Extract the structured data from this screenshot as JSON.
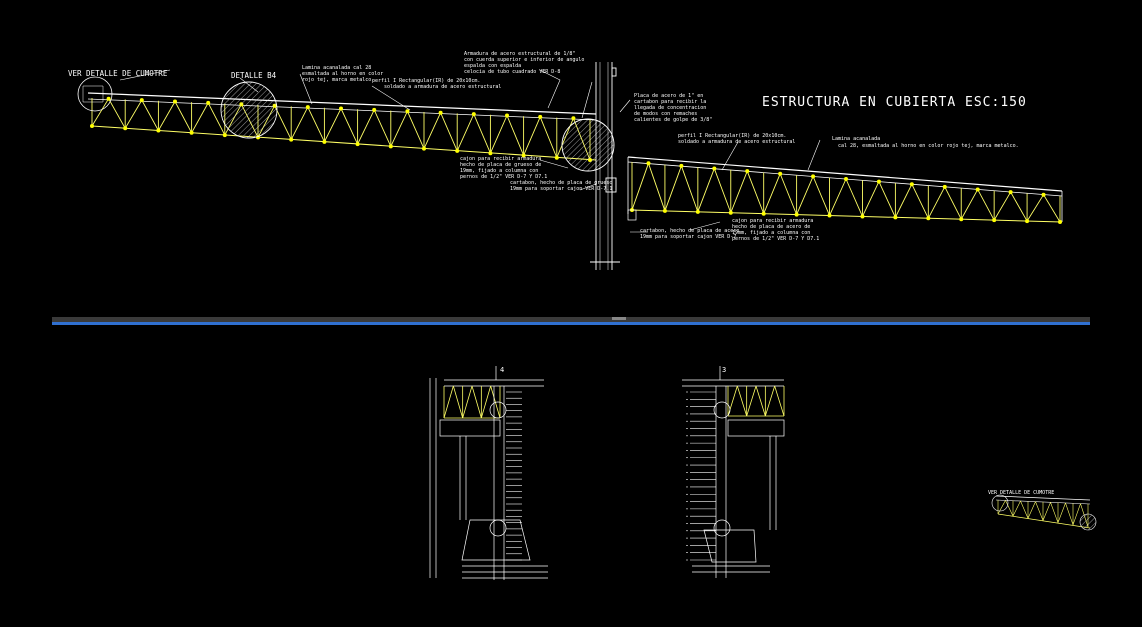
{
  "drawing": {
    "title": "ESTRUCTURA  EN  CUBIERTA  ESC:150",
    "labels": {
      "ver_detalle_top": "VER DETALLE DE CUMOTRE",
      "detalle_b4": "DETALLE B4",
      "ver_detalle_small": "VER DETALLE DE CUMOTRE"
    },
    "notes": {
      "lamina_left": [
        "Lamina acanalada cal 28",
        "esmaltada al horno en color",
        "rojo tej, marca metalco."
      ],
      "perfil_left": [
        "perfil I Rectangular(IR) de 20x10cm.",
        "soldado a armadura de acero estructural"
      ],
      "armadura": [
        "Armadura de acero estructural de 1/8\"",
        "con cuerda superior e inferior de angulo",
        "espalda con espalda",
        "celocia de tubo cuadrado VER D-8"
      ],
      "placa": [
        "Placa de acero de 1\" en",
        "cartabon para recibir la",
        "llegada de concentracion",
        "de modos con remaches",
        "calientes de golpe de 3/8\""
      ],
      "perfil_right": [
        "perfil I Rectangular(IR) de 20x10cm.",
        "soldado a armadura de acero estructural"
      ],
      "lamina_right": [
        "Lamina acanalada",
        "cal 28, esmaltada al horno en color rojo tej, marca metalco."
      ],
      "cajon_left": [
        "cajon para recibir armadura",
        "hecho de placa de grueso de",
        "19mm, fijado a columna con",
        "pernos de 1/2\" VER D-7 Y D7.1"
      ],
      "cartabon_left": [
        "cartabon, hecho de placa de grueso",
        "19mm para soportar cajon VER D-7.1"
      ],
      "cajon_right": [
        "cajon para recibir armadura",
        "hecho de placa de acero de",
        "19mm, fijado a columna con",
        "pernos de 1/2\" VER D-7 Y D7.1"
      ],
      "cartabon_right": [
        "cartabon, hecho de placa de acero",
        "19mm para soportar cajon VER D-7"
      ]
    },
    "colors": {
      "background": "#000000",
      "line": "#ffffff",
      "truss_member": "#ffff66",
      "node": "#ffff00",
      "divider": "#3070d0"
    },
    "sections": {
      "left_tag": "4",
      "right_tag": "3"
    }
  }
}
